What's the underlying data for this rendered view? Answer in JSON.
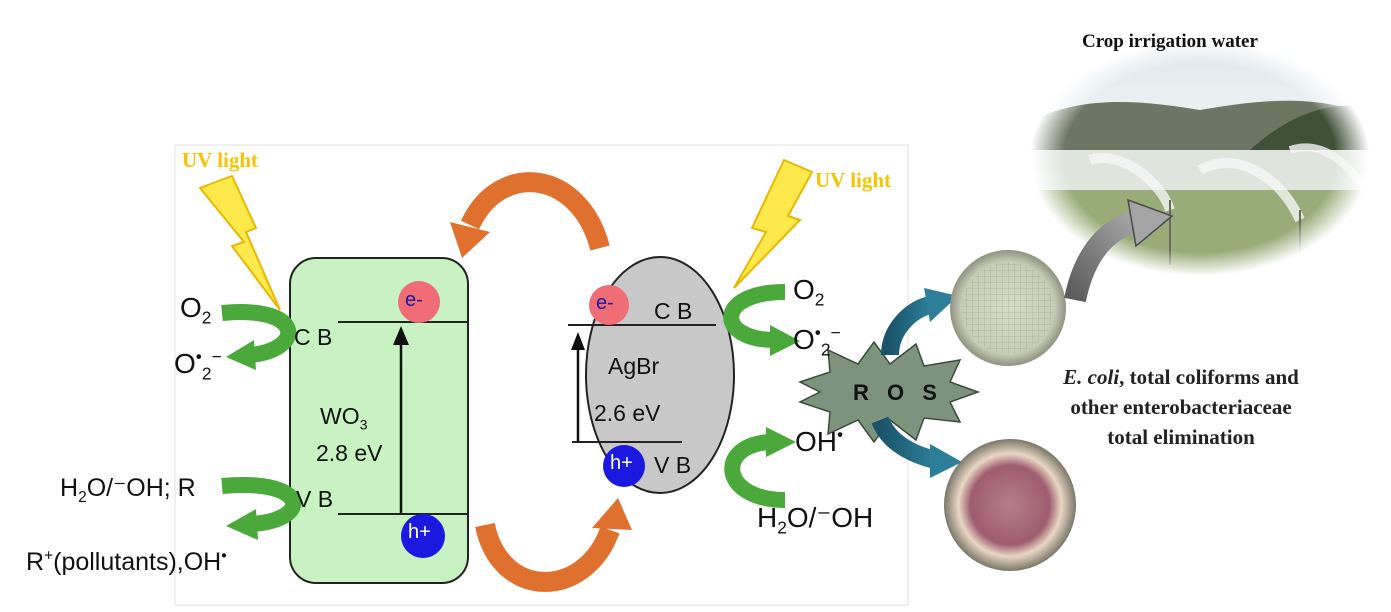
{
  "top_title": "Crop irrigation water",
  "uv_left": "UV light",
  "uv_right": "UV light",
  "ros": "R O S",
  "wo3": {
    "name_main": "WO",
    "name_sub": "3",
    "gap": "2.8 eV",
    "cb": "C B",
    "vb": "V B",
    "electron": "e-",
    "hole": "h+"
  },
  "agbr": {
    "name": "AgBr",
    "gap": "2.6 eV",
    "cb": "C B",
    "vb": "V B",
    "electron": "e-",
    "hole": "h+"
  },
  "left_species": {
    "o2_main": "O",
    "o2_sub": "2",
    "superoxide_main": "O",
    "superoxide_sup": "•",
    "superoxide_sub": "2",
    "superoxide_charge": "−",
    "water_text": "H",
    "water_sub": "2",
    "water_rest": "O/⁻OH; R",
    "pollutant_text": "R",
    "pollutant_sup": "+",
    "pollutant_rest": "(pollutants),OH",
    "pollutant_radical": "•"
  },
  "right_species": {
    "o2_main": "O",
    "o2_sub": "2",
    "superoxide_main": "O",
    "superoxide_sup": "•",
    "superoxide_sub": "2",
    "superoxide_charge": "−",
    "oh_main": "OH",
    "oh_radical": "•",
    "water_text": "H",
    "water_sub": "2",
    "water_rest": "O/⁻OH"
  },
  "outcome": {
    "ecoli_italic": "E. coli",
    "line1_rest": ", total coliforms and",
    "line2": "other enterobacteriaceae",
    "line3": "total elimination"
  },
  "colors": {
    "wo3_fill": "#c9f2c3",
    "agbr_fill": "#c8c8c8",
    "electron": "#f06d76",
    "hole": "#1b18e0",
    "green_arrow": "#4aa93a",
    "orange_arrow": "#e0702e",
    "uv": "#f5c400",
    "ros_fill": "#7e937e"
  }
}
